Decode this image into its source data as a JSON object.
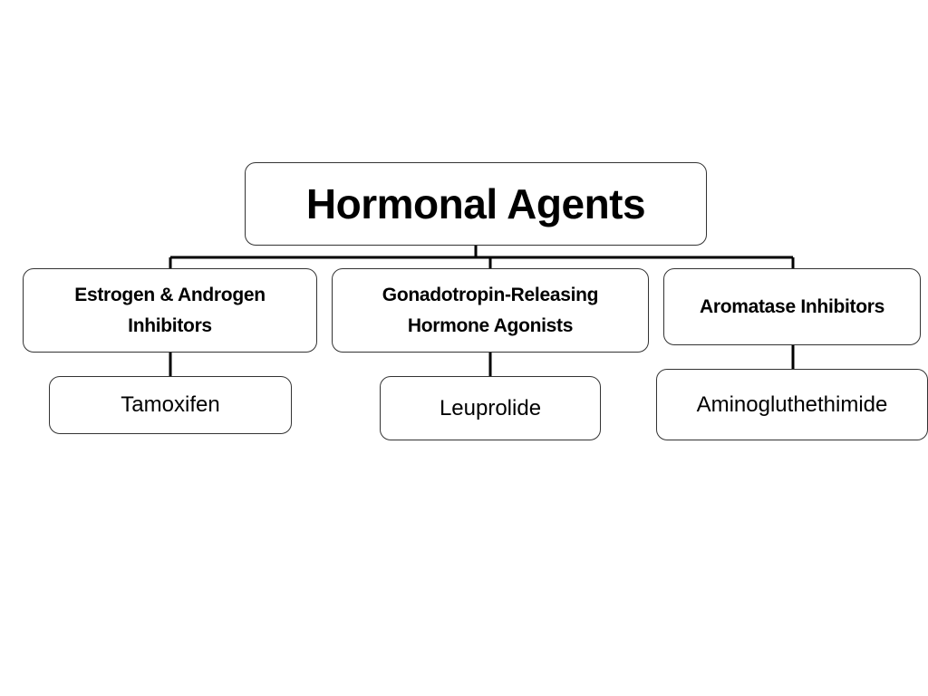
{
  "diagram": {
    "root": {
      "label": "Hormonal Agents"
    },
    "categories": [
      {
        "label_line1": "Estrogen & Androgen",
        "label_line2": "Inhibitors"
      },
      {
        "label_line1": "Gonadotropin-Releasing",
        "label_line2": "Hormone Agonists"
      },
      {
        "label_line1": "Aromatase Inhibitors",
        "label_line2": ""
      }
    ],
    "leaves": [
      {
        "label": "Tamoxifen"
      },
      {
        "label": "Leuprolide"
      },
      {
        "label": "Aminogluthethimide"
      }
    ],
    "colors": {
      "background": "#ffffff",
      "box_border": "#333333",
      "connector": "#000000",
      "text": "#000000"
    }
  }
}
